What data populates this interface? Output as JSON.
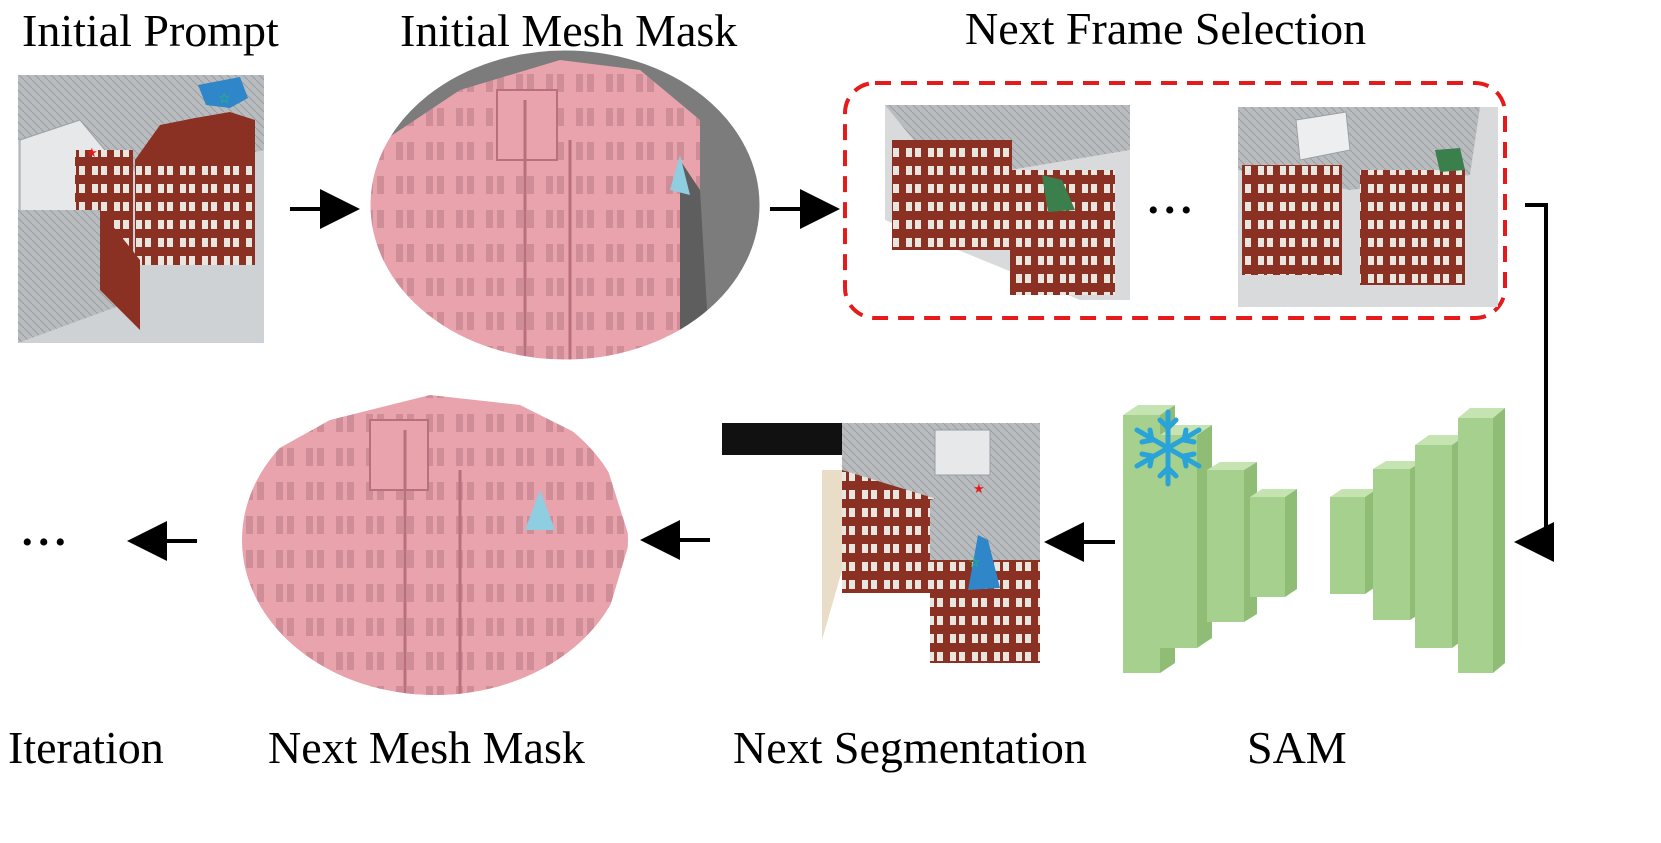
{
  "labels": {
    "initial_prompt": "Initial Prompt",
    "initial_mesh_mask": "Initial Mesh Mask",
    "next_frame_selection": "Next Frame Selection",
    "iteration": "Iteration",
    "next_mesh_mask": "Next Mesh Mask",
    "next_segmentation": "Next Segmentation",
    "sam": "SAM"
  },
  "ellipsis": "•••",
  "icons": {
    "prompt_point_positive": "green-star-icon",
    "prompt_point_negative": "red-star-icon",
    "frozen_model": "snowflake-icon",
    "flow_arrow": "arrow-icon"
  },
  "colors": {
    "mesh_mask_pink": "#e8a3ad",
    "mesh_gray": "#7c7c7c",
    "selected_part_blue": "#2f86c8",
    "mesh_part_light_blue": "#8fcde0",
    "brick_red": "#8a3124",
    "roof_gray": "#b9bcbf",
    "sam_block_green": "#a6d08d",
    "selection_box_red": "#e51b1b",
    "snowflake_blue": "#29a3d8"
  }
}
